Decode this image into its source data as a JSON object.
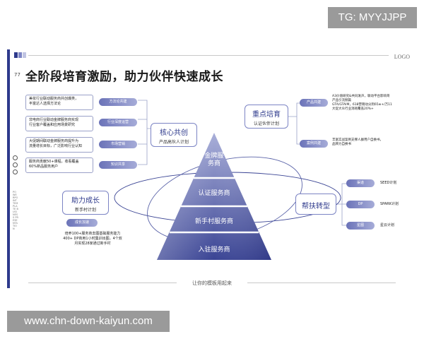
{
  "overlay": {
    "tg": "TG: MYYJJPP",
    "url": "www.chn-down-kaiyun.com"
  },
  "slide": {
    "logo": "LOGO",
    "page_number": "77",
    "title": "全阶段培育激励，助力伙伴快速成长",
    "footer": "让你的模板用起来",
    "side_text": "POWERPOINT TEMPLATE BUSINESS PRESENTATION",
    "left_items": [
      {
        "desc": [
          "美妆行业联动服务商共创爆类，",
          "丰富达人选择方法论"
        ],
        "tag": "方法论共建"
      },
      {
        "desc": [
          "非电商行业联动金牌服务商实现",
          "行业客户覆盖和应用场景研究"
        ],
        "tag": "行业深度运营"
      },
      {
        "desc": [
          "大促期间联动金牌服务商提升为",
          "流量增长目标，广泛影响行业认知"
        ],
        "tag": "市场营销"
      },
      {
        "desc": [
          "服务商贡献50+课程，收看覆盖",
          "60%新品服务用户"
        ],
        "tag": "知识共享"
      }
    ],
    "core": {
      "title": "核心共创",
      "subtitle": "产品高伙人计划"
    },
    "growth": {
      "title": "助力成长",
      "subtitle": "新手村计划",
      "tag": "成长加速",
      "desc": [
        "培养100+服务商去图基础服务能力",
        "400+ DP商用1小时集训出图，4个双",
        "月实现28家通过新手村"
      ]
    },
    "focus": {
      "title": "重点培育",
      "subtitle": "认证伙伴计划",
      "items": [
        {
          "tag": "产品共建",
          "desc": [
            "A3价值研究&共同发声，联动平台影响哥",
            "产品引流频篇",
            "GTA/GTAIM，618营销动",
            "分到65w+/万11",
            "大促大众行业消耗覆盖20%+"
          ]
        },
        {
          "tag": "案例共建",
          "desc": [
            "丰富实战案例支撑人群用户自换书，",
            "品牌力自换书"
          ]
        }
      ]
    },
    "support": {
      "title": "帮扶转型",
      "items": [
        {
          "tag": "渠道",
          "label": "SEED计划"
        },
        {
          "tag": "DP",
          "label": "SPARK计划"
        },
        {
          "tag": "星图",
          "label": "星云计划"
        }
      ]
    },
    "pyramid": [
      "金牌服务商",
      "认证服务商",
      "新手村服务商",
      "入驻服务商"
    ]
  },
  "colors": {
    "accent": "#2e3a8c",
    "pyramid_light": "#a9afd9",
    "pyramid_dark": "#3a4494"
  }
}
